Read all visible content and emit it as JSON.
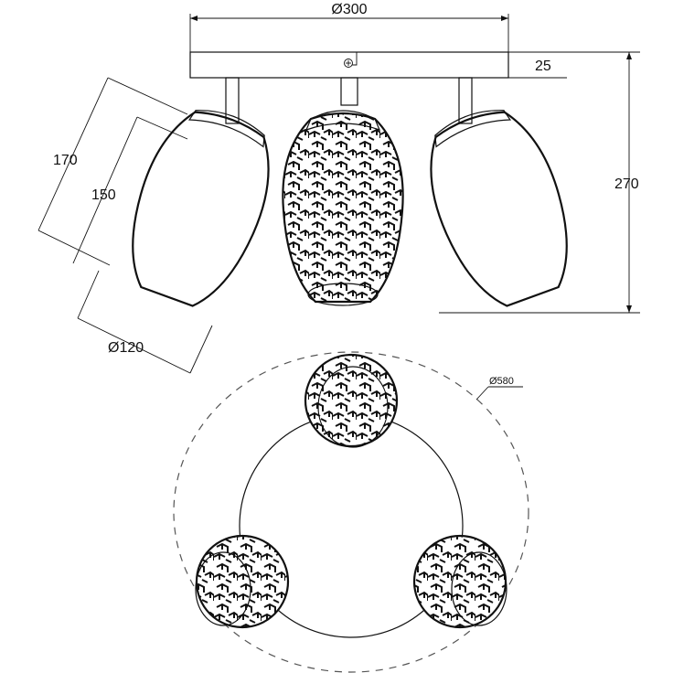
{
  "dimensions": {
    "base_diameter": "Ø300",
    "base_height": "25",
    "total_height": "270",
    "shade_length_outer": "170",
    "shade_length_inner": "150",
    "shade_diameter": "Ø120",
    "spread_diameter": "Ø580"
  },
  "icons": {
    "shade_pattern": "hexagon-lattice-icon",
    "mount_screw": "screw-icon"
  }
}
